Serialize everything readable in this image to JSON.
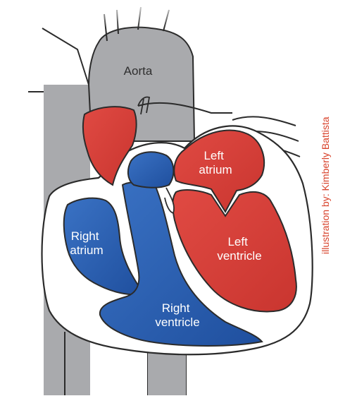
{
  "labels": {
    "aorta": "Aorta",
    "left_atrium": [
      "Left",
      "atrium"
    ],
    "left_ventricle": [
      "Left",
      "ventricle"
    ],
    "right_atrium": [
      "Right",
      "atrium"
    ],
    "right_ventricle": [
      "Right",
      "ventricle"
    ]
  },
  "credit": "illustration by: Kimberly Battista",
  "colors": {
    "vessel_gray": "#a9aaad",
    "oxygenated_red": "#d8403a",
    "deoxygenated_blue": "#2f62b4",
    "outline": "#2b2b2b",
    "credit_text": "#d8432c"
  }
}
